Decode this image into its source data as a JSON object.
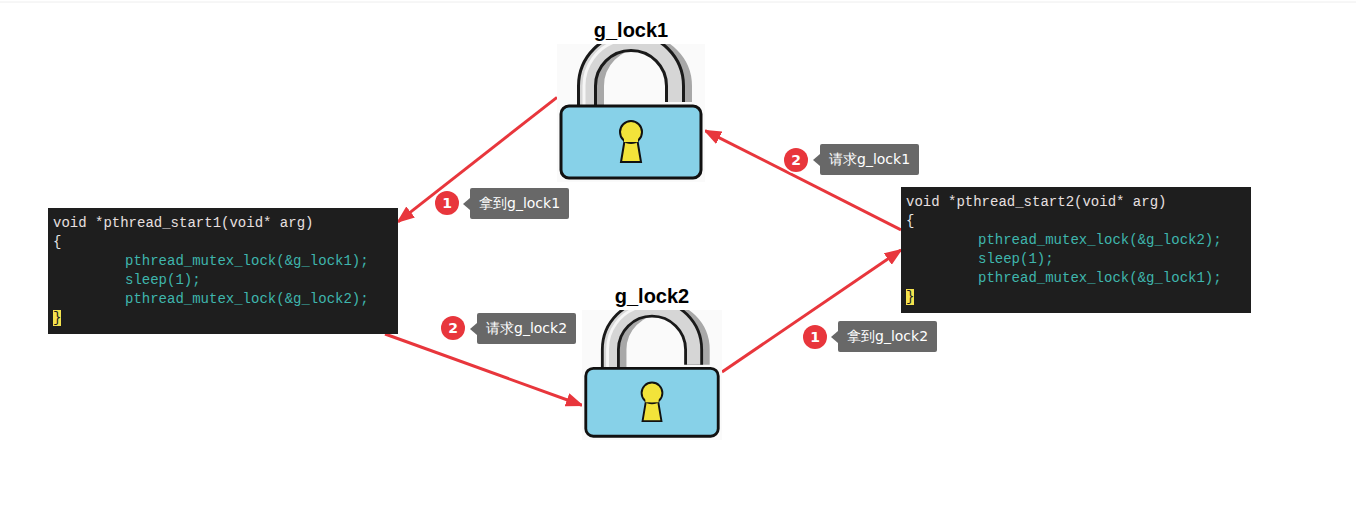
{
  "diagram": {
    "nodes": [
      {
        "text": [
          "g_lock1"
        ]
      },
      {
        "text": [
          "void *pthread_start1(void* arg)",
          "{",
          "pthread_mutex_lock(&g_lock1);",
          "sleep(1);",
          "pthread_mutex_lock(&g_lock2);",
          "}"
        ]
      },
      {
        "text": [
          "void *pthread_start2(void* arg)",
          "{",
          "pthread_mutex_lock(&g_lock2);",
          "sleep(1);",
          "pthread_mutex_lock(&g_lock1);",
          "}"
        ]
      },
      {
        "text": [
          "g_lock2"
        ]
      }
    ],
    "edges": [
      {
        "from": 0,
        "to": 1,
        "arrow": "to"
      },
      {
        "from": 1,
        "to": 3,
        "arrow": "to"
      },
      {
        "from": 3,
        "to": 2,
        "arrow": "to"
      },
      {
        "from": 2,
        "to": 0,
        "arrow": "to"
      }
    ],
    "labels": [
      "2",
      "请求g_lock1",
      "1",
      "拿到g_lock1",
      "2",
      "请求g_lock2",
      "1",
      "拿到g_lock2"
    ]
  }
}
